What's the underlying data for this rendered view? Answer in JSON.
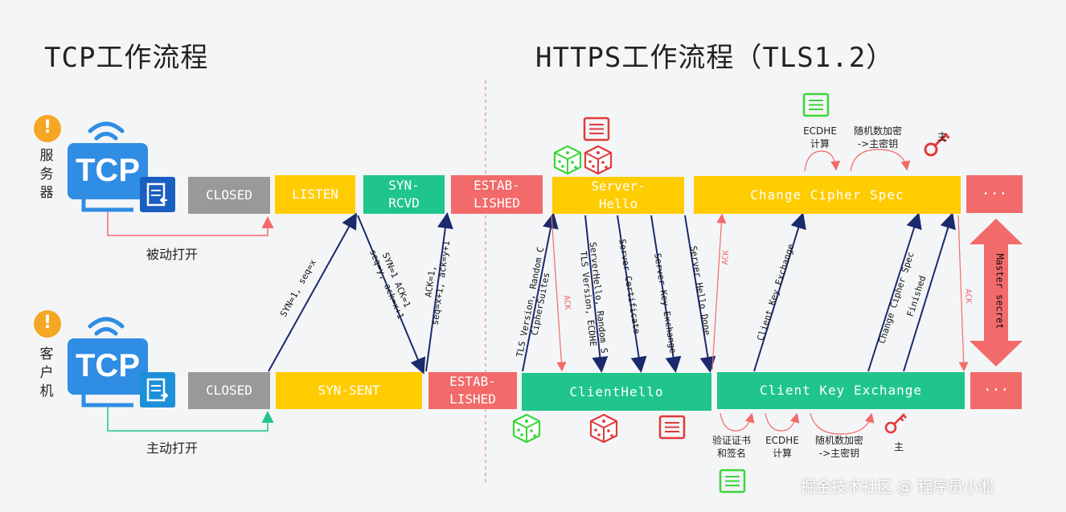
{
  "titles": {
    "tcp": "TCP工作流程",
    "https": "HTTPS工作流程（TLS1.2）"
  },
  "roles": {
    "server": "服务器",
    "client": "客户机",
    "passive_open": "被动打开",
    "active_open": "主动打开",
    "tcp_badge": "TCP",
    "alert_mark": "!"
  },
  "tcp_server_states": [
    "CLOSED",
    "LISTEN",
    "SYN-\nRCVD",
    "ESTAB-\nLISHED"
  ],
  "tcp_client_states": [
    "CLOSED",
    "SYN-SENT",
    "ESTAB-\nLISHED"
  ],
  "tcp_messages": {
    "syn": "SYN=1, seq=x",
    "synack": "SYN=1 ACK=1\nseq=y, ack=x+1",
    "ack": "ACK=1,\nseq=x+1, ack=y+1"
  },
  "https_server_boxes": {
    "server_hello": "Server-\nHello",
    "change_cipher": "Change Cipher Spec",
    "more": "···"
  },
  "https_client_boxes": {
    "client_hello": "ClientHello",
    "client_key_exchange": "Client Key Exchange",
    "more": "···"
  },
  "https_messages": {
    "client_hello": "TLS Version, Random C\nCipherSuites",
    "server_hello": "ServerHello, Random S\nTLS Version, ECDHE",
    "server_cert": "Server Certificate",
    "server_key_exchange": "Server Key Exchange",
    "server_hello_done": "Server Hello Done",
    "client_key_exchange": "Client Key Exchange",
    "change_cipher": "Change Cipher Spec",
    "finished": "Finished",
    "ack": "ACK",
    "master_secret": "Master secret"
  },
  "notes": {
    "ecdhe_top": "ECDHE\n计算",
    "random_top": "随机数加密\n->主密钥",
    "key_top": "主",
    "verify": "验证证书\n和签名",
    "ecdhe_bottom": "ECDHE\n计算",
    "random_bottom": "随机数加密\n->主密钥",
    "key_bottom": "主"
  },
  "watermark": "掘金技术社区 @ 程序员小淞",
  "colors": {
    "yellow": "#ffcc00",
    "green": "#20c58c",
    "red": "#f26a6a",
    "grey": "#999999",
    "navy": "#1a2a6c",
    "tcp_blue": "#2f8de4"
  }
}
